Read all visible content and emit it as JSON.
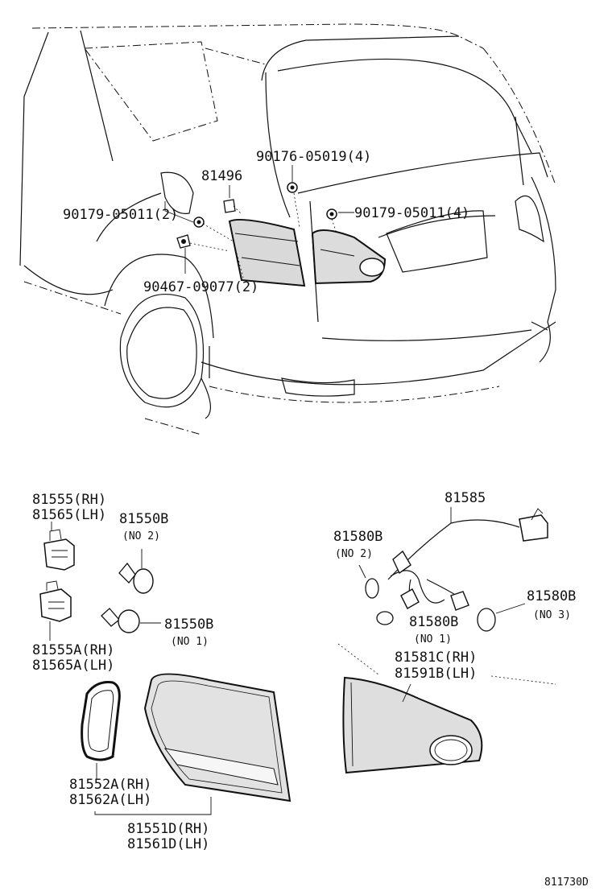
{
  "upper_callouts": {
    "p90176": "90176-05019(4)",
    "p81496": "81496",
    "p90179_left": "90179-05011(2)",
    "p90179_right": "90179-05011(4)",
    "p90467": "90467-09077(2)"
  },
  "lower_callouts": {
    "p81555_rh": "81555(RH)",
    "p81565_lh": "81565(LH)",
    "p81550b_top": "81550B",
    "no2_left": "(NO 2)",
    "p81550b_mid": "81550B",
    "no1_left": "(NO 1)",
    "p81555a_rh": "81555A(RH)",
    "p81565a_lh": "81565A(LH)",
    "p81585": "81585",
    "p81580b_left": "81580B",
    "no2_right": "(NO 2)",
    "p81580b_mid": "81580B",
    "no1_right": "(NO 1)",
    "p81580b_right": "81580B",
    "no3_right": "(NO 3)",
    "p81581c_rh": "81581C(RH)",
    "p81591b_lh": "81591B(LH)",
    "p81552a_rh": "81552A(RH)",
    "p81562a_lh": "81562A(LH)",
    "p81551d_rh": "81551D(RH)",
    "p81561d_lh": "81561D(LH)"
  },
  "figure_id": "811730D"
}
